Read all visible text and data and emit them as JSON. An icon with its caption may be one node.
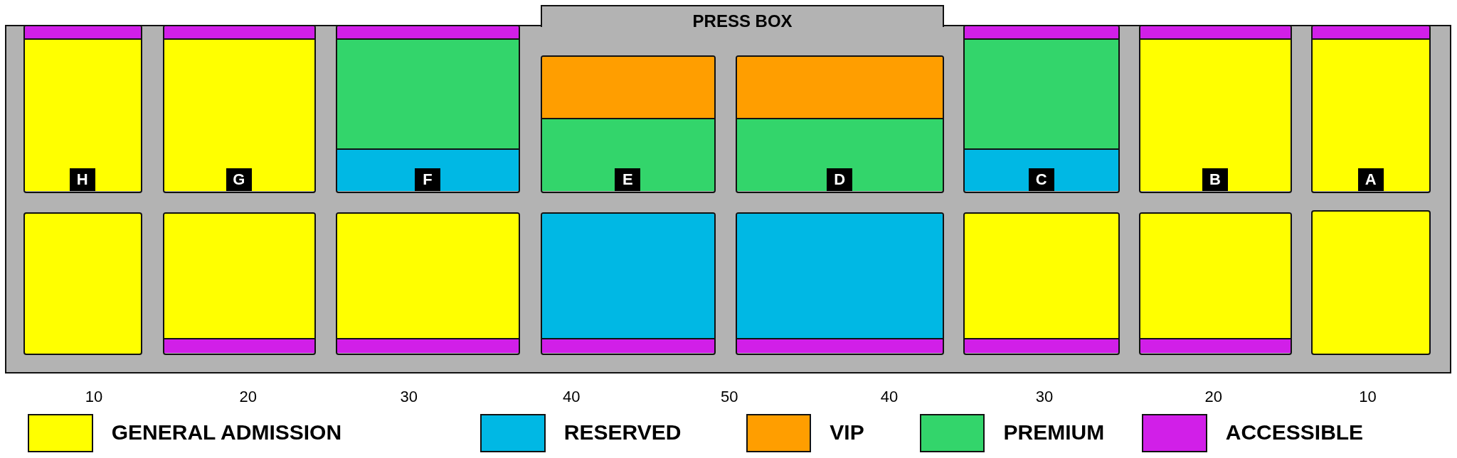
{
  "diagram": {
    "nodes": [
      {
        "text": [
          "PRESS BOX"
        ]
      },
      {
        "text": [],
        "shape": "box"
      },
      {
        "text": [],
        "shape": "box"
      },
      {
        "text": [],
        "shape": "box"
      },
      {
        "text": [],
        "shape": "box"
      },
      {
        "text": [],
        "shape": "box"
      },
      {
        "text": [],
        "shape": "box"
      },
      {
        "text": [],
        "shape": "box"
      },
      {
        "text": [],
        "shape": "box"
      },
      {
        "text": [],
        "shape": "box"
      },
      {
        "text": [],
        "shape": "box"
      },
      {
        "text": [],
        "shape": "box"
      },
      {
        "text": [],
        "shape": "box"
      },
      {
        "text": [],
        "shape": "box"
      },
      {
        "text": [],
        "shape": "box"
      },
      {
        "text": [],
        "shape": "box"
      },
      {
        "text": [],
        "shape": "box"
      },
      {
        "text": [],
        "shape": "bar",
        "in": 1
      },
      {
        "text": [
          "H"
        ],
        "in": 1
      },
      {
        "text": [],
        "shape": "bar",
        "in": 2
      },
      {
        "text": [
          "G"
        ],
        "in": 2
      },
      {
        "text": [],
        "shape": "bar",
        "in": 3
      },
      {
        "text": [],
        "shape": "bar",
        "in": 3
      },
      {
        "text": [
          "F"
        ],
        "in": 3
      },
      {
        "text": [],
        "shape": "bar",
        "in": 4
      },
      {
        "text": [
          "E"
        ],
        "in": 4
      },
      {
        "text": [],
        "shape": "bar",
        "in": 5
      },
      {
        "text": [
          "D"
        ],
        "in": 5
      },
      {
        "text": [],
        "shape": "bar",
        "in": 6
      },
      {
        "text": [],
        "shape": "bar",
        "in": 6
      },
      {
        "text": [
          "C"
        ],
        "in": 6
      },
      {
        "text": [],
        "shape": "bar",
        "in": 7
      },
      {
        "text": [
          "B"
        ],
        "in": 7
      },
      {
        "text": [],
        "shape": "bar",
        "in": 8
      },
      {
        "text": [
          "A"
        ],
        "in": 8
      },
      {
        "text": [],
        "shape": "bar",
        "in": 10
      },
      {
        "text": [],
        "shape": "bar",
        "in": 10
      },
      {
        "text": [],
        "shape": "bar",
        "in": 11
      },
      {
        "text": [],
        "shape": "bar",
        "in": 11
      },
      {
        "text": [],
        "shape": "bar",
        "in": 12
      },
      {
        "text": [],
        "shape": "bar",
        "in": 12
      },
      {
        "text": [],
        "shape": "bar",
        "in": 13
      },
      {
        "text": [],
        "shape": "bar",
        "in": 13
      },
      {
        "text": [],
        "shape": "bar",
        "in": 14
      },
      {
        "text": [],
        "shape": "bar",
        "in": 14
      },
      {
        "text": [],
        "shape": "bar",
        "in": 15
      },
      {
        "text": [],
        "shape": "bar",
        "in": 15
      }
    ],
    "edges": [],
    "labels": [
      "10",
      "20",
      "30",
      "40",
      "50",
      "40",
      "30",
      "20",
      "10"
    ],
    "legend": [
      {
        "text": "GENERAL ADMISSION",
        "color": "#ffff00"
      },
      {
        "text": "RESERVED",
        "color": "#00b8e4"
      },
      {
        "text": "VIP",
        "color": "#ff9e00"
      },
      {
        "text": "PREMIUM",
        "color": "#33d56b"
      },
      {
        "text": "ACCESSIBLE",
        "color": "#d11fe8"
      }
    ]
  }
}
